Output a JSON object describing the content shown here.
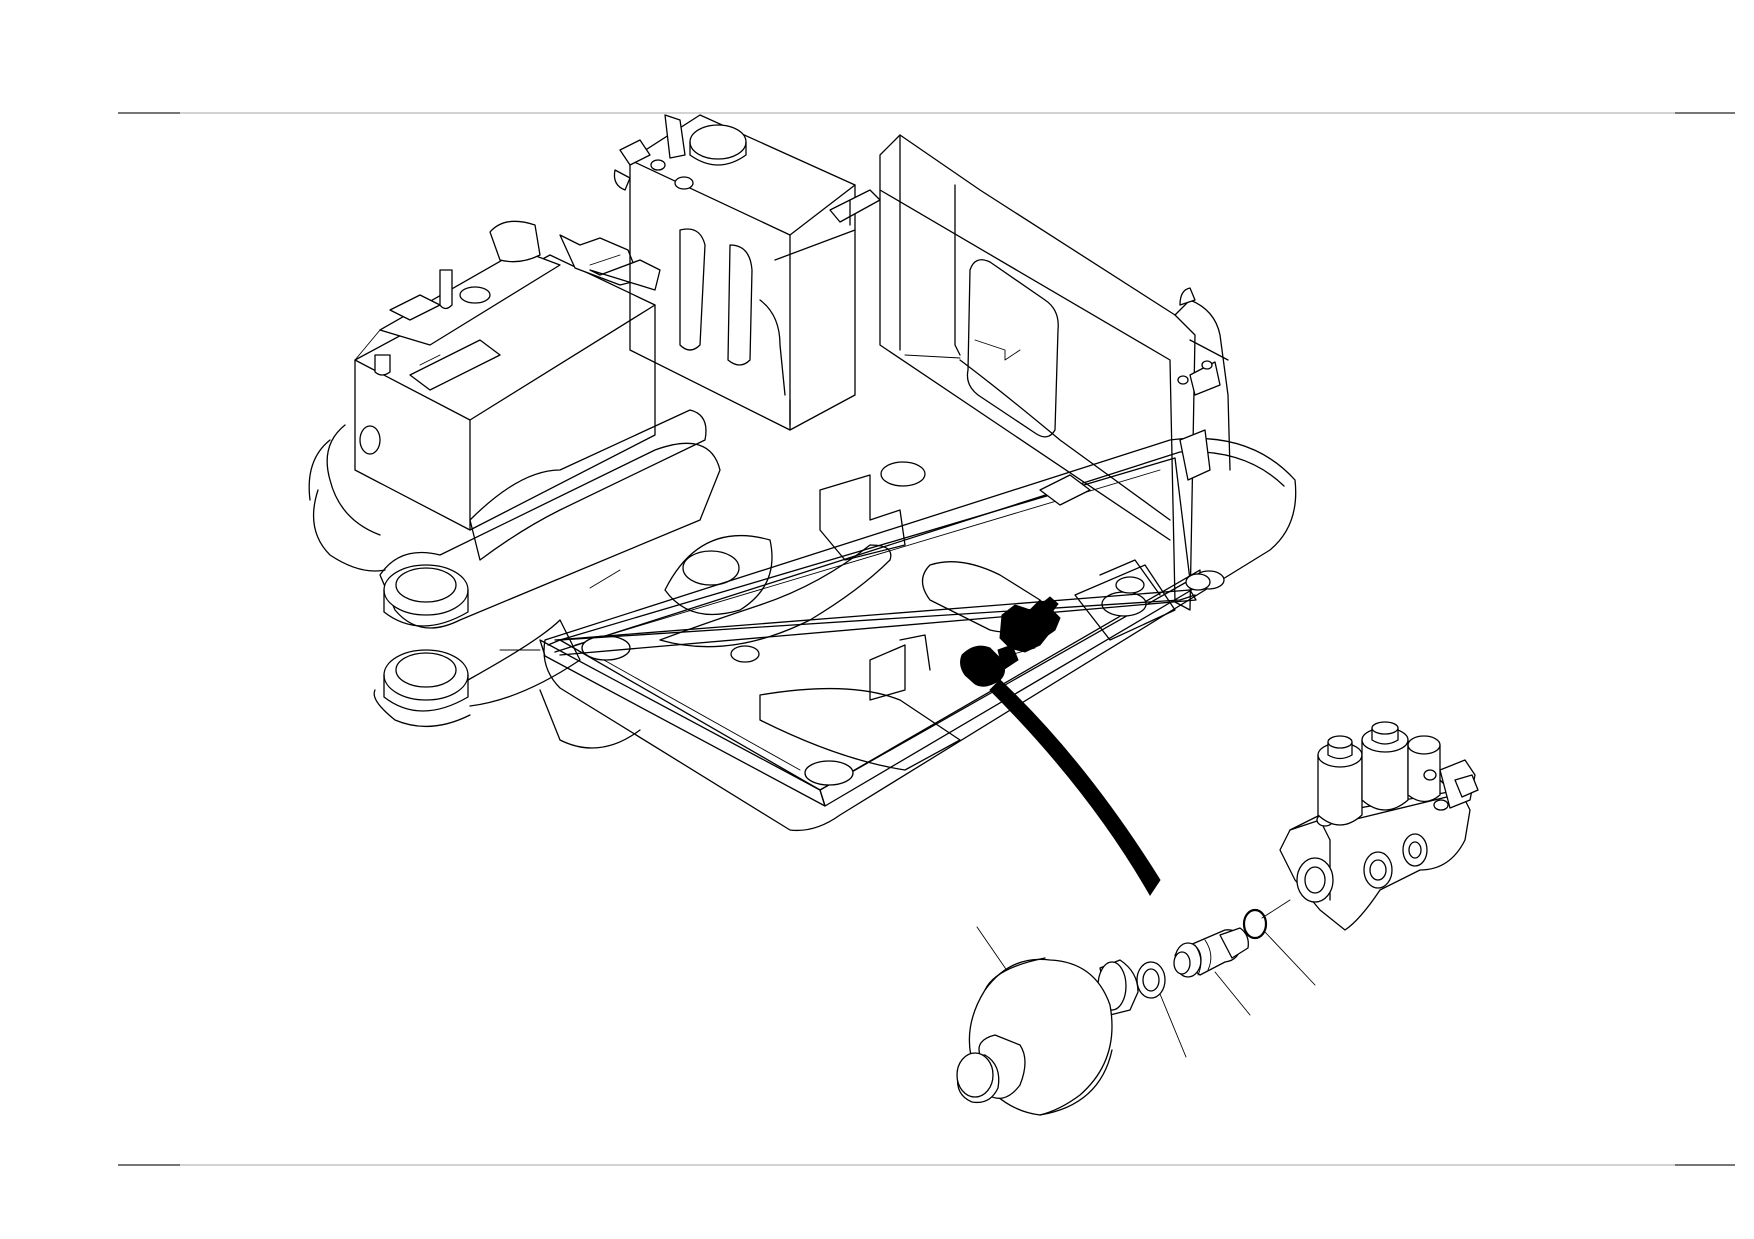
{
  "colors": {
    "line": "#000000",
    "background": "#ffffff",
    "frame_rule": "#b9b9b9",
    "highlight_fill": "#000000"
  },
  "parts": [
    {
      "id": "console-base",
      "kind": "assembly"
    },
    {
      "id": "solenoid-valve-block",
      "kind": "component"
    },
    {
      "id": "o-ring",
      "kind": "seal"
    },
    {
      "id": "adapter-fitting",
      "kind": "fitting"
    },
    {
      "id": "washer",
      "kind": "seal"
    },
    {
      "id": "pressure-switch",
      "kind": "sensor"
    }
  ]
}
